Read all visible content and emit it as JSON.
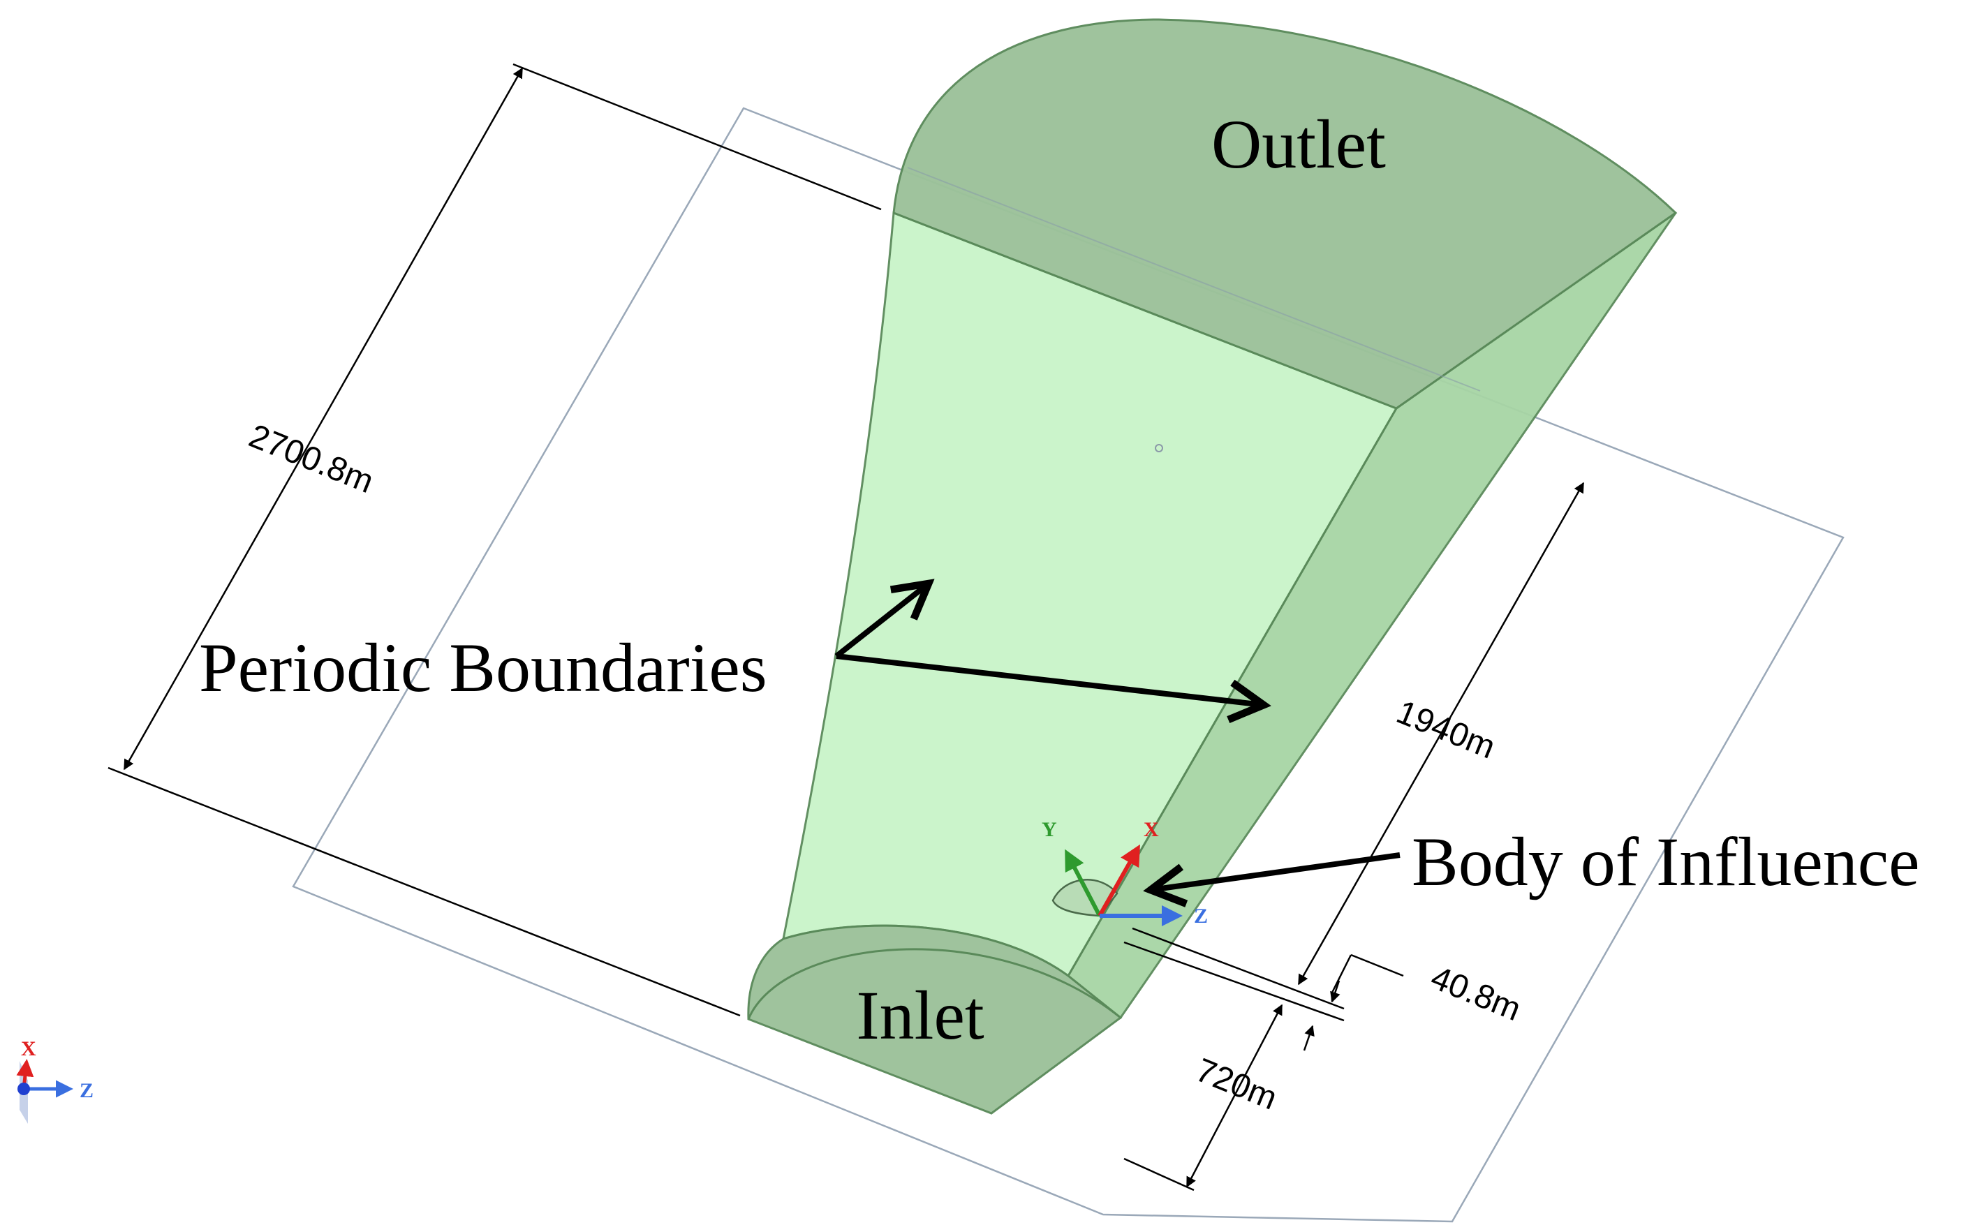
{
  "labels": {
    "outlet": "Outlet",
    "inlet": "Inlet",
    "periodic_boundaries": "Periodic Boundaries",
    "body_of_influence": "Body of Influence"
  },
  "dimensions": {
    "domain_length": "2700.8m",
    "body_length": "1940m",
    "body_width": "40.8m",
    "inlet_offset": "720m"
  },
  "axes": {
    "local_y": "Y",
    "local_x": "X",
    "local_z": "Z",
    "global_x": "X",
    "global_z": "Z"
  },
  "colors": {
    "face_light": "#c9f4c9",
    "face_side": "#a7d5a5",
    "face_top": "#9cc29a",
    "edge": "#5a8a5a",
    "plane": "#9aa8b8",
    "axis_x": "#e02020",
    "axis_y": "#2e9a2e",
    "axis_z": "#3a6fe0"
  }
}
